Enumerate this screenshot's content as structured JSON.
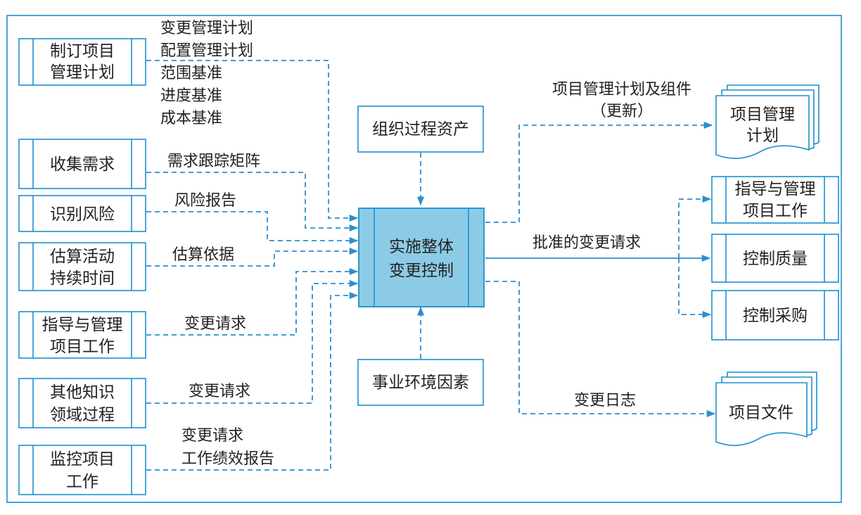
{
  "colors": {
    "border": "#1e8fce",
    "arrow": "#2a8fd0",
    "central_fill": "#8ccbe6",
    "text": "#231f20"
  },
  "inputs": [
    {
      "id": "develop-pmp",
      "lines": [
        "制订项目",
        "管理计划"
      ]
    },
    {
      "id": "collect-requirements",
      "lines": [
        "收集需求"
      ]
    },
    {
      "id": "identify-risks",
      "lines": [
        "识别风险"
      ]
    },
    {
      "id": "estimate-durations",
      "lines": [
        "估算活动",
        "持续时间"
      ]
    },
    {
      "id": "direct-manage-work-in",
      "lines": [
        "指导与管理",
        "项目工作"
      ]
    },
    {
      "id": "other-ka-processes",
      "lines": [
        "其他知识",
        "领域过程"
      ]
    },
    {
      "id": "monitor-control-work",
      "lines": [
        "监控项目",
        "工作"
      ]
    }
  ],
  "input_labels": {
    "plan_components": [
      "变更管理计划",
      "配置管理计划",
      "范围基准",
      "进度基准",
      "成本基准"
    ],
    "requirements": "需求跟踪矩阵",
    "risks": "风险报告",
    "estimates": "估算依据",
    "change_requests_1": "变更请求",
    "change_requests_2": "变更请求",
    "monitor": [
      "变更请求",
      "工作绩效报告"
    ]
  },
  "center": {
    "lines": [
      "实施整体",
      "变更控制"
    ]
  },
  "top_input": "组织过程资产",
  "bottom_input": "事业环境因素",
  "output_labels": {
    "plan_updates": [
      "项目管理计划及组件",
      "（更新）"
    ],
    "approved_changes": "批准的变更请求",
    "change_log": "变更日志"
  },
  "outputs": {
    "pmp_doc": [
      "项目管理",
      "计划"
    ],
    "direct_manage": [
      "指导与管理",
      "项目工作"
    ],
    "control_quality": [
      "控制质量"
    ],
    "control_procurements": [
      "控制采购"
    ],
    "project_docs": [
      "项目文件"
    ]
  }
}
